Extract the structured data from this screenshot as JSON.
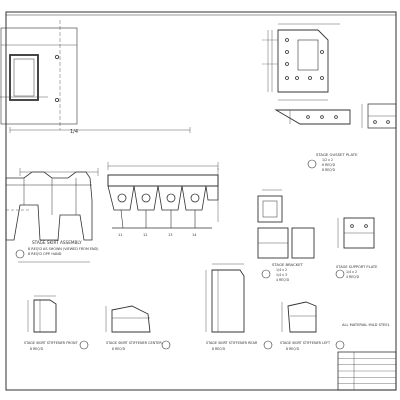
{
  "drawing": {
    "views": {
      "top_left_plan": {
        "dim": "1/4"
      },
      "skirt_assembly": {
        "label": "STAGE SKIRT ASSEMBLY",
        "notes": [
          "8 REQ'D AS SHOWN (VIEWED FROM END)",
          "8 REQ'D OPP. HAND"
        ]
      },
      "center_elevation": {
        "callouts": [
          "11",
          "12",
          "13",
          "14"
        ]
      },
      "gusset_plate": {
        "label": "STAGE GUSSET PLATE",
        "notes": [
          "1/2 x 2",
          "6 REQ'D",
          "8 REQ'D"
        ]
      },
      "bracket": {
        "label": "STAGE BRACKET",
        "notes": [
          "1/4 x 2",
          "1/4 x 3",
          "4 REQ'D"
        ]
      },
      "support_plate": {
        "label": "STAGE SUPPORT PLATE",
        "notes": [
          "1/4 x 2",
          "4 REQ'D"
        ]
      },
      "stiffener_front": {
        "label": "STAGE SKIRT STIFFENER FRONT",
        "note": "8 REQ'D"
      },
      "stiffener_center": {
        "label": "STAGE SKIRT STIFFENER CENTER",
        "note": "8 REQ'D"
      },
      "stiffener_rear": {
        "label": "STAGE SKIRT STIFFENER REAR",
        "note": "8 REQ'D"
      },
      "stiffener_left": {
        "label": "STAGE SKIRT STIFFENER LEFT",
        "note": "8 REQ'D"
      }
    },
    "general_note": "ALL MATERIAL MILD STEEL",
    "title_block": {
      "rows": 6
    }
  }
}
